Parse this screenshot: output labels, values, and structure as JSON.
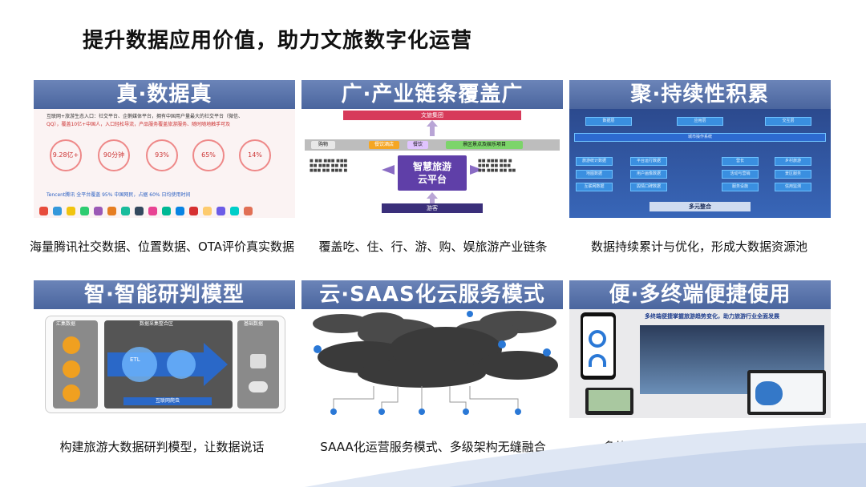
{
  "page": {
    "title": "提升数据应用价值，助力文旅数字化运营"
  },
  "cards": [
    {
      "heading": "真·数据真",
      "caption": "海量腾讯社交数据、位置数据、OTA评价真实数据",
      "content": {
        "line1": "互联网+旅游生态入口：社交平台、企鹅媒体平台，拥有中国用户量最大的社交平台（微信、",
        "line2": "QQ），覆盖10亿+中国人，入口轻松导流，产品服务覆盖旅游服务、随时随地触手可及",
        "stats": [
          "9.28亿+",
          "90分钟",
          "93%",
          "65%",
          "14%"
        ],
        "footer": "Tencent腾讯  全平台覆盖 95% 中国网民，占据 60% 日均使用时间"
      }
    },
    {
      "heading": "广·产业链条覆盖广",
      "caption": "覆盖吃、住、行、游、购、娱旅游产业链条",
      "content": {
        "top": "文旅集团",
        "bar_items": [
          "购物",
          "餐饮酒店",
          "餐饮",
          "景区景点及娱乐项目"
        ],
        "hub": [
          "智慧旅游",
          "云平台"
        ],
        "bottom": "游客"
      }
    },
    {
      "heading": "聚·持续性积累",
      "caption": "数据持续累计与优化，形成大数据资源池",
      "content": {
        "top_tags": [
          "数据层",
          "应用层",
          "交互层"
        ],
        "band": "城市操作系统",
        "left_blocks": [
          "旅游统计数据",
          "平台运行数据",
          "地图数据",
          "用户画像数据",
          "互联网数据",
          "舆情口碑数据"
        ],
        "right_blocks": [
          "营长",
          "乡村旅游",
          "活动与营销",
          "景区服务",
          "服务设施",
          "信用监测"
        ],
        "bottom": "多元整合"
      }
    },
    {
      "heading": "智·智能研判模型",
      "caption": "构建旅游大数据研判模型，让数据说话",
      "content": {
        "left_label": "汇集数据",
        "mid_label": "数据采集整合区",
        "right_label": "基础数据",
        "etl": "ETL",
        "crawler": "互联网爬虫"
      }
    },
    {
      "heading": "云·SAAS化云服务模式",
      "caption": "SAAA化运营服务模式、多级架构无缝融合"
    },
    {
      "heading": "便·多终端便捷使用",
      "caption": "多终端连接协同，随时随地掌控态势",
      "content": {
        "banner": "多终端便捷掌握旅游趋势变化，助力旅游行业全面发展"
      }
    }
  ],
  "colors": {
    "header_bg": "#5670a8",
    "accent_red": "#d83a3a",
    "hub_purple": "#5f3fa8",
    "wave_blue": "#c9d6ec"
  }
}
